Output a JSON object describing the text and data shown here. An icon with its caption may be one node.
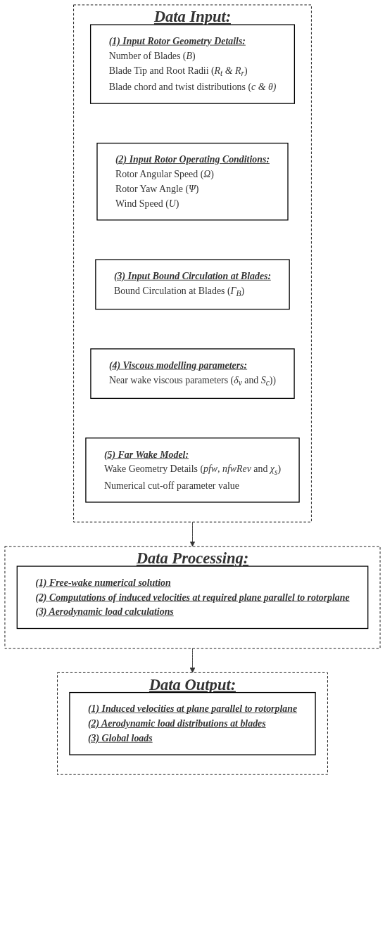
{
  "diagram": {
    "nodes": [
      {
        "text": [
          "Data Input:"
        ]
      },
      {
        "text": [
          "(1) Input Rotor Geometry Details:",
          "Number of Blades (*B*)",
          "Blade Tip and Root Radii (*R$_{t}$ & R$_{r}$*)",
          "Blade chord and twist distributions (*c & θ)*"
        ],
        "in": 0
      },
      {
        "text": [
          "(2) Input Rotor Operating Conditions:",
          "Rotor Angular Speed (*Ω*)",
          "Rotor Yaw Angle (*Ψ*)",
          "Wind Speed (*U*)"
        ],
        "in": 0
      },
      {
        "text": [
          "(3) Input Bound Circulation at Blades:",
          "Bound Circulation at Blades (*Γ$_{B}$*)"
        ],
        "in": 0
      },
      {
        "text": [
          "(4) Viscous modelling parameters:",
          "Near wake viscous parameters (*δ$_{v}$* and *S$_{c}$*))"
        ],
        "in": 0
      },
      {
        "text": [
          "(5) Far Wake Model:",
          "Wake Geometry Details (*pfw*, *nfwRev* and *χ$_{s}$*)",
          "Numerical cut-off parameter value"
        ],
        "in": 0
      },
      {
        "text": [
          "Data Processing:"
        ]
      },
      {
        "text": [
          "(1) Free-wake numerical solution",
          "(2) Computations of induced velocities at required plane parallel to rotorplane",
          "(3) Aerodynamic load calculations"
        ],
        "in": 6
      },
      {
        "text": [
          "Data Output:"
        ]
      },
      {
        "text": [
          "(1) Induced velocities at plane parallel to rotorplane",
          "(2) Aerodynamic load distributions at blades",
          "(3) Global loads"
        ],
        "in": 8
      }
    ],
    "edges": [
      {
        "from": 0,
        "to": 6,
        "arrow": "to"
      },
      {
        "from": 6,
        "to": 8,
        "arrow": "to"
      }
    ]
  }
}
